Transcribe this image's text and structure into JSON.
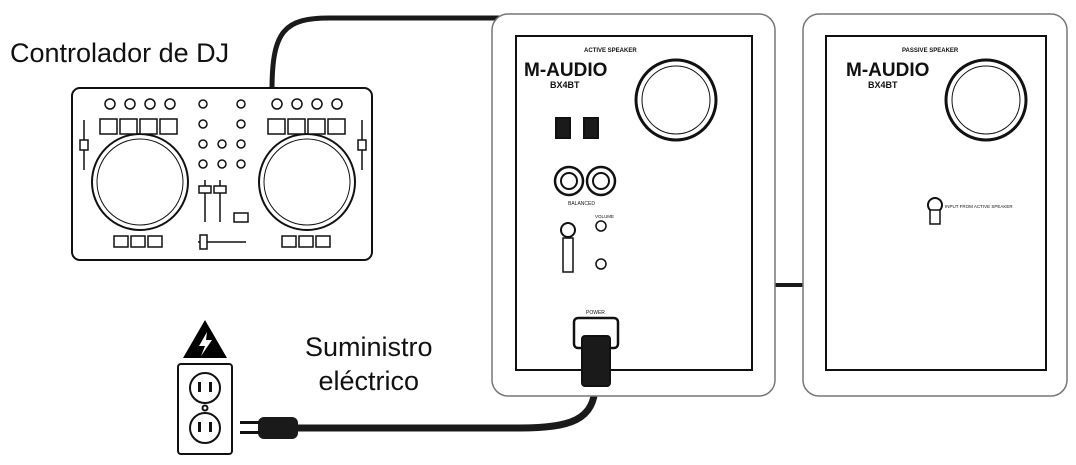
{
  "labels": {
    "dj_controller": "Controlador de DJ",
    "power_line1": "Suministro",
    "power_line2": "eléctrico"
  },
  "active_speaker": {
    "brand": "M-AUDIO",
    "header": "ACTIVE SPEAKER",
    "model": "BX4BT",
    "input_label": "BALANCED",
    "power_label": "POWER",
    "volume_label": "VOLUME"
  },
  "passive_speaker": {
    "brand": "M-AUDIO",
    "header": "PASSIVE SPEAKER",
    "model": "BX4BT",
    "input_label": "INPUT FROM ACTIVE SPEAKER"
  },
  "colors": {
    "line": "#111111",
    "cable": "#1a1a1a",
    "warning_fill": "#000000"
  }
}
